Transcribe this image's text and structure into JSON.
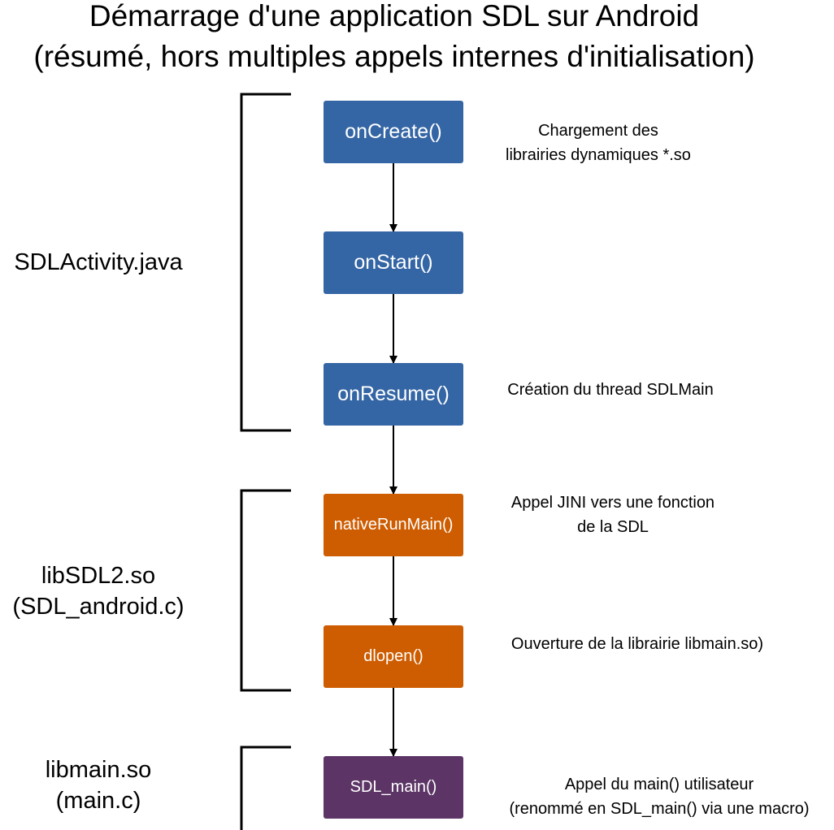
{
  "title": {
    "line1": "Démarrage d'une application SDL sur Android",
    "line2": "(résumé, hors multiples appels internes d'initialisation)"
  },
  "groups": [
    {
      "lines": [
        "SDLActivity.java"
      ]
    },
    {
      "lines": [
        "libSDL2.so",
        "(SDL_android.c)"
      ]
    },
    {
      "lines": [
        "libmain.so",
        "(main.c)"
      ]
    }
  ],
  "steps": [
    {
      "label": "onCreate()",
      "color": "#3465a4"
    },
    {
      "label": "onStart()",
      "color": "#3465a4"
    },
    {
      "label": "onResume()",
      "color": "#3465a4"
    },
    {
      "label": "nativeRunMain()",
      "color": "#ce5c00"
    },
    {
      "label": "dlopen()",
      "color": "#ce5c00"
    },
    {
      "label": "SDL_main()",
      "color": "#5c3566"
    }
  ],
  "notes": [
    {
      "lines": [
        "Chargement des",
        "librairies dynamiques *.so"
      ]
    },
    {
      "lines": [
        "Création du thread SDLMain"
      ]
    },
    {
      "lines": [
        "Appel JINI vers une fonction",
        "de la SDL"
      ]
    },
    {
      "lines": [
        "Ouverture de la librairie libmain.so)"
      ]
    },
    {
      "lines": [
        "Appel du main() utilisateur",
        "(renommé en SDL_main() via une macro)"
      ]
    }
  ]
}
